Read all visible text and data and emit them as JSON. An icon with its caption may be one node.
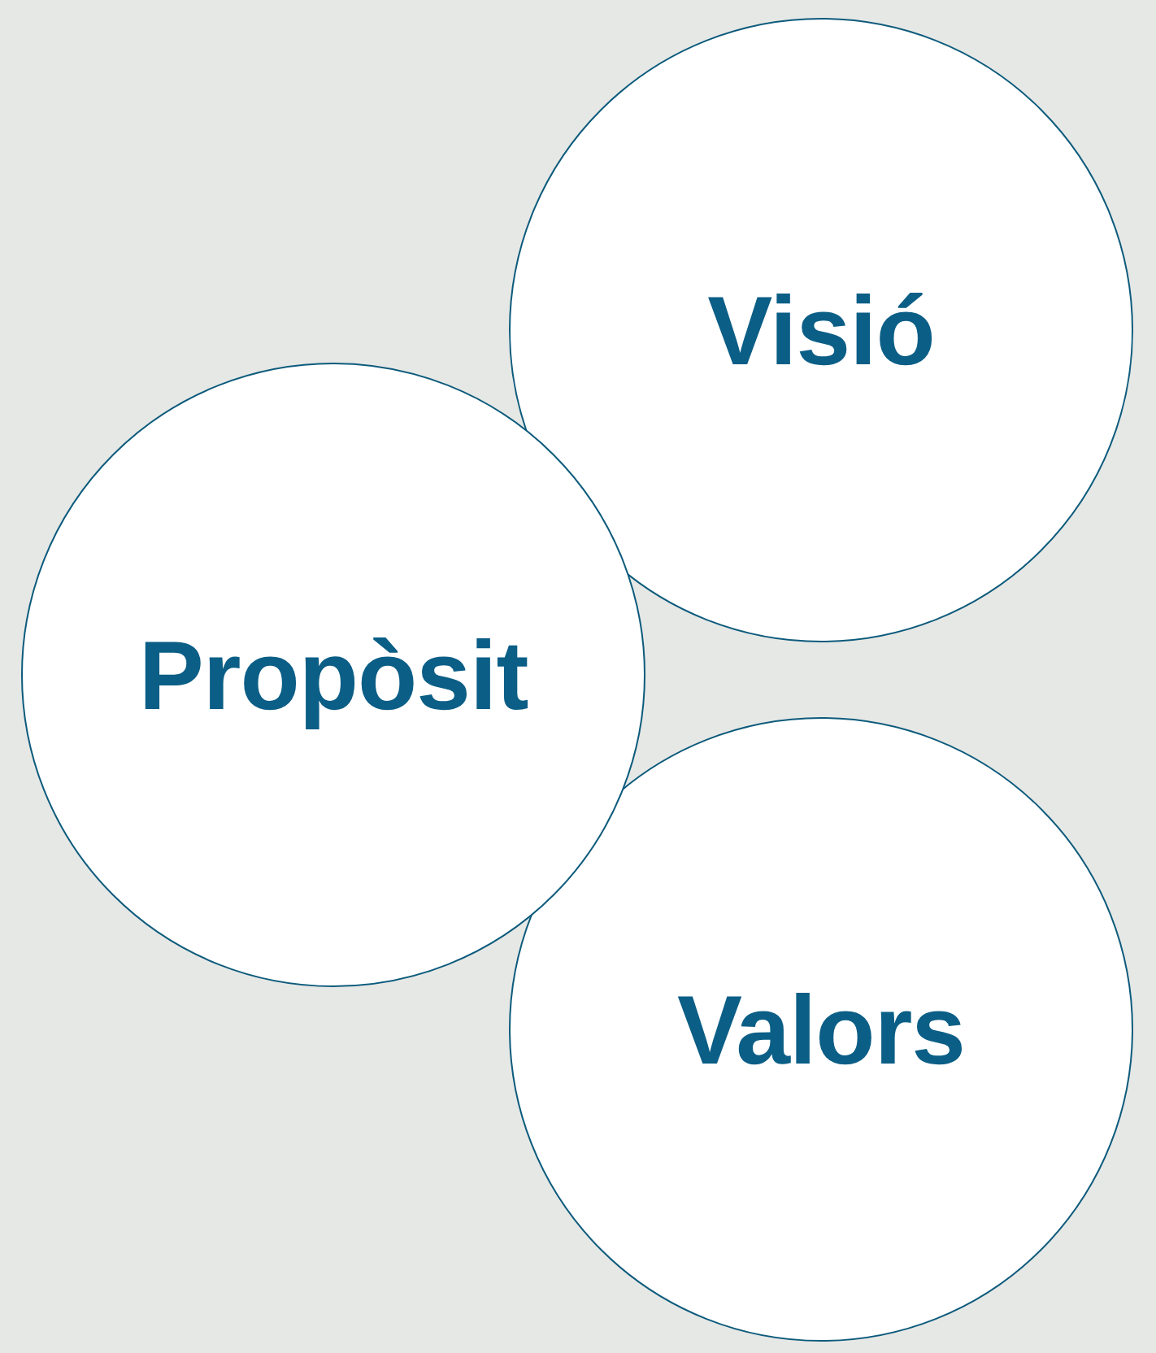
{
  "diagram": {
    "nodes": [
      {
        "text": [
          "Visió"
        ]
      },
      {
        "text": [
          "Propòsit"
        ]
      },
      {
        "text": [
          "Valors"
        ]
      }
    ]
  }
}
